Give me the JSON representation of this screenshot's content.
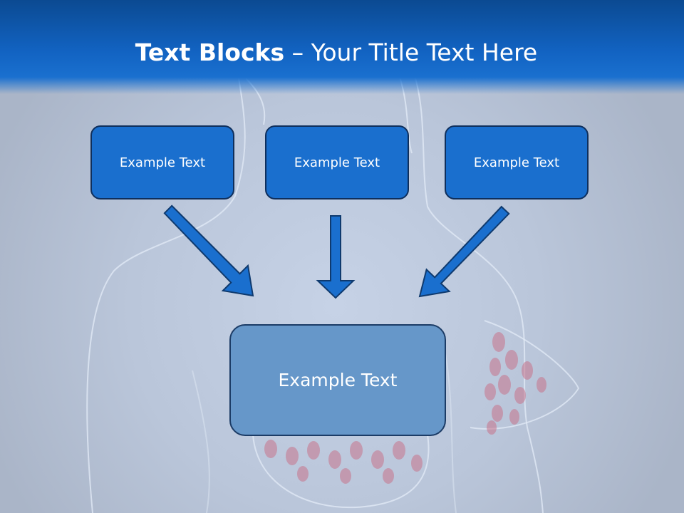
{
  "title": {
    "bold": "Text Blocks",
    "rest": " – Your Title Text Here"
  },
  "blocks": {
    "top_left": "Example Text",
    "top_center": "Example Text",
    "top_right": "Example Text",
    "bottom": "Example Text"
  },
  "colors": {
    "header_blue": "#1263c2",
    "box_blue": "#1a6fce",
    "box_light_blue": "#6697c9",
    "arrow_blue": "#1a6fce",
    "outline_dark": "#0f2f5c"
  }
}
